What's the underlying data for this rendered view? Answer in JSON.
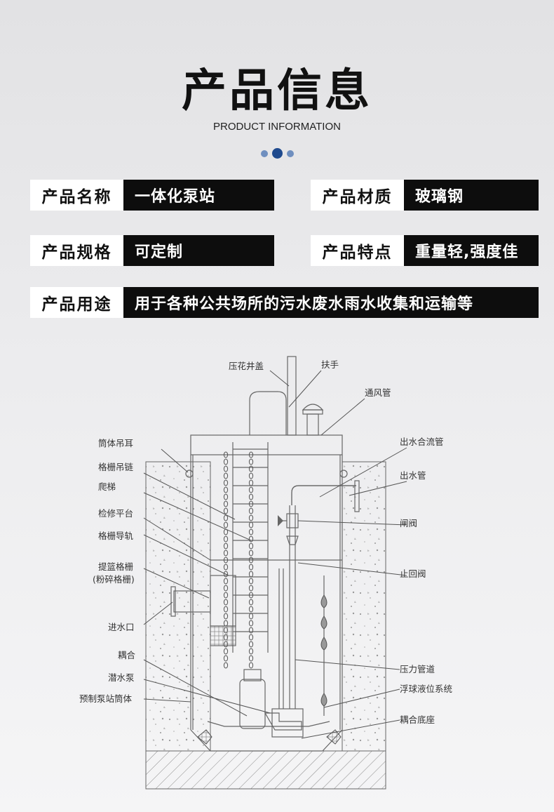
{
  "header": {
    "title": "产品信息",
    "subtitle": "PRODUCT INFORMATION"
  },
  "info": {
    "name_label": "产品名称",
    "name_value": "一体化泵站",
    "material_label": "产品材质",
    "material_value": "玻璃钢",
    "spec_label": "产品规格",
    "spec_value": "可定制",
    "feature_label": "产品特点",
    "feature_value": "重量轻,强度佳",
    "usage_label": "产品用途",
    "usage_value": "用于各种公共场所的污水废水雨水收集和运输等"
  },
  "diagram": {
    "labels": {
      "manhole_cover": "压花井盖",
      "handrail": "扶手",
      "vent_pipe": "通风管",
      "lifting_lug": "筒体吊耳",
      "outlet_header": "出水合流管",
      "grille_chain": "格栅吊链",
      "outlet_pipe": "出水管",
      "ladder": "爬梯",
      "platform": "检修平台",
      "gate_valve": "闸阀",
      "grille_rail": "格栅导轨",
      "check_valve": "止回阀",
      "basket_grille": "提篮格栅",
      "crusher_grille": "(粉碎格栅)",
      "inlet": "进水口",
      "coupling": "耦合",
      "pressure_pipe": "压力管道",
      "submersible_pump": "潜水泵",
      "float_system": "浮球液位系统",
      "prefab_body": "预制泵站筒体",
      "coupling_base": "耦合底座"
    }
  }
}
